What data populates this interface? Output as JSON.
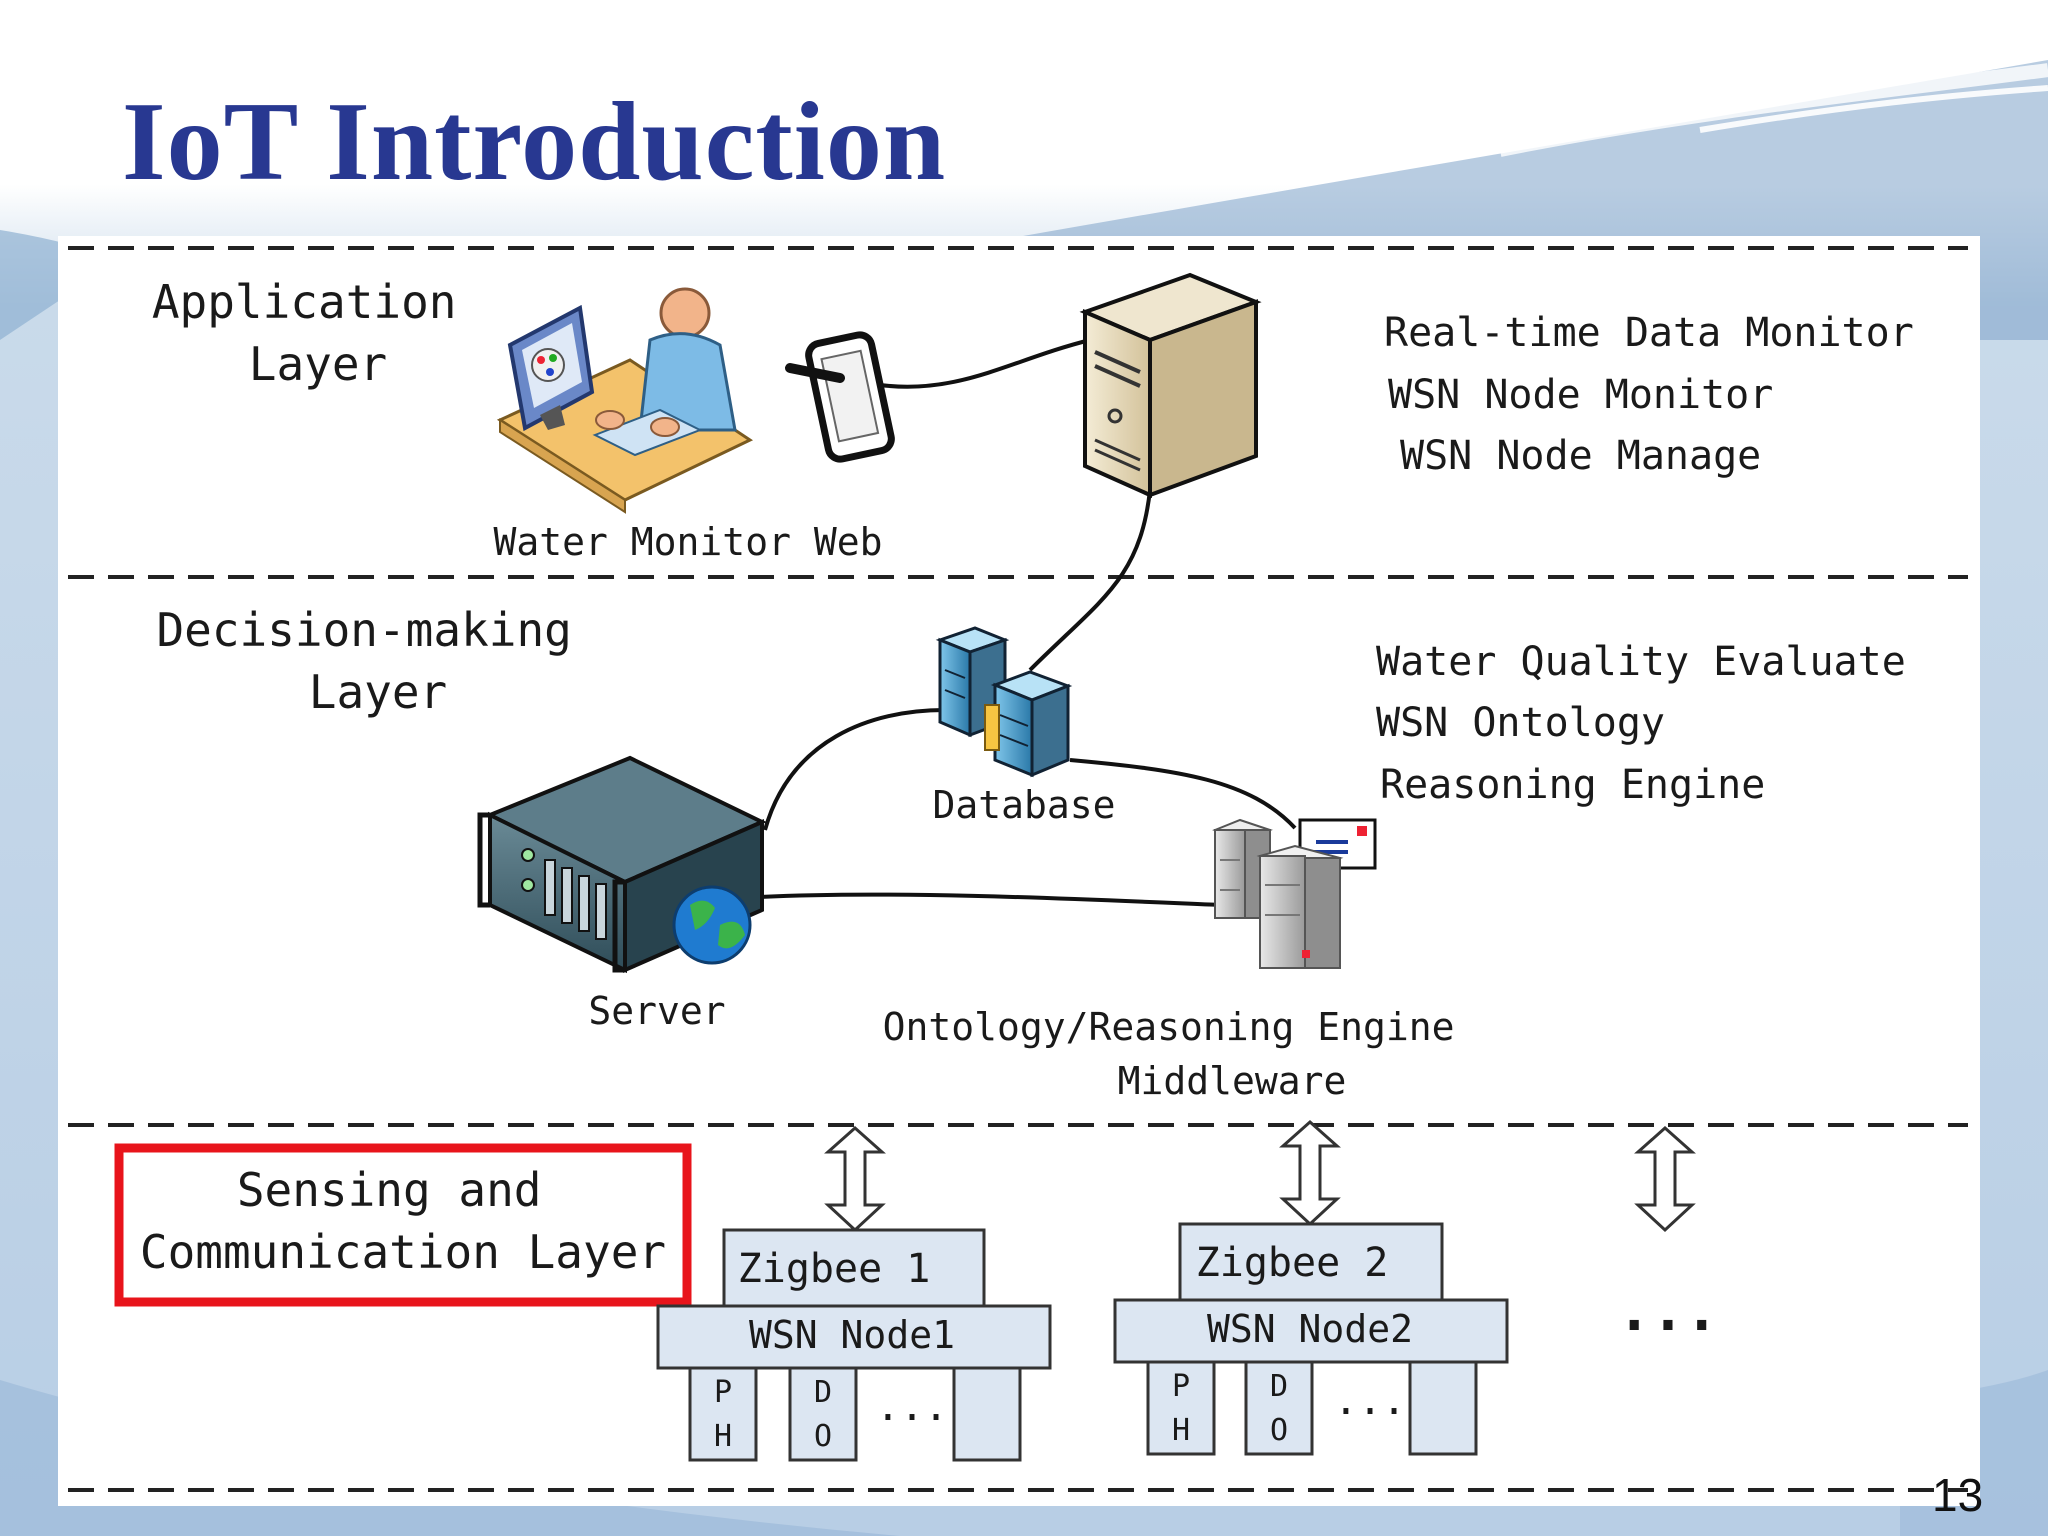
{
  "slide": {
    "title": "IoT Introduction",
    "page_number": "13",
    "colors": {
      "title": "#283891",
      "highlight": "#e8141b",
      "box_fill": "#dce6f2"
    }
  },
  "layers": {
    "application": {
      "label_lines": [
        "Application",
        "Layer"
      ],
      "web_label": "Water Monitor Web",
      "functions": [
        "Real-time Data Monitor",
        "WSN Node Monitor",
        "WSN Node Manage"
      ]
    },
    "decision": {
      "label_lines": [
        "Decision-making",
        "Layer"
      ],
      "database_label": "Database",
      "server_label": "Server",
      "middleware_label_lines": [
        "Ontology/Reasoning Engine",
        "Middleware"
      ],
      "functions": [
        "Water Quality Evaluate",
        "WSN Ontology",
        "Reasoning Engine"
      ]
    },
    "sensing": {
      "label_lines": [
        "Sensing and",
        "Communication Layer"
      ],
      "nodes": [
        {
          "gateway": "Zigbee 1",
          "node": "WSN Node1",
          "sensors": [
            "P\nH",
            "D\nO"
          ],
          "more": "..."
        },
        {
          "gateway": "Zigbee 2",
          "node": "WSN Node2",
          "sensors": [
            "P\nH",
            "D\nO"
          ],
          "more": "..."
        }
      ],
      "ellipsis": "..."
    }
  },
  "icons": [
    "user-at-computer-icon",
    "tablet-icon",
    "tower-server-icon",
    "database-icon",
    "rack-server-icon",
    "globe-icon",
    "middleware-server-icon",
    "double-arrow-icon"
  ]
}
